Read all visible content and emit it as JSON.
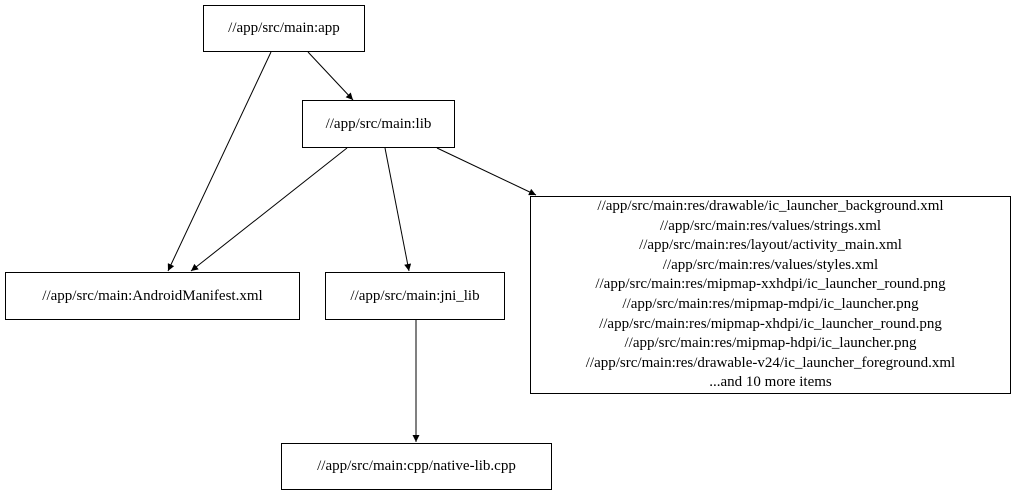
{
  "graph": {
    "nodes": {
      "app": {
        "label": "//app/src/main:app"
      },
      "lib": {
        "label": "//app/src/main:lib"
      },
      "manifest": {
        "label": "//app/src/main:AndroidManifest.xml"
      },
      "jni_lib": {
        "label": "//app/src/main:jni_lib"
      },
      "resources": {
        "lines": [
          "//app/src/main:res/drawable/ic_launcher_background.xml",
          "//app/src/main:res/values/strings.xml",
          "//app/src/main:res/layout/activity_main.xml",
          "//app/src/main:res/values/styles.xml",
          "//app/src/main:res/mipmap-xxhdpi/ic_launcher_round.png",
          "//app/src/main:res/mipmap-mdpi/ic_launcher.png",
          "//app/src/main:res/mipmap-xhdpi/ic_launcher_round.png",
          "//app/src/main:res/mipmap-hdpi/ic_launcher.png",
          "//app/src/main:res/drawable-v24/ic_launcher_foreground.xml",
          "...and 10 more items"
        ]
      },
      "native_lib": {
        "label": "//app/src/main:cpp/native-lib.cpp"
      }
    },
    "edges": [
      {
        "from": "//app/src/main:app",
        "to": "//app/src/main:lib"
      },
      {
        "from": "//app/src/main:app",
        "to": "//app/src/main:AndroidManifest.xml"
      },
      {
        "from": "//app/src/main:lib",
        "to": "//app/src/main:AndroidManifest.xml"
      },
      {
        "from": "//app/src/main:lib",
        "to": "//app/src/main:jni_lib"
      },
      {
        "from": "//app/src/main:lib",
        "to": "resources-group"
      },
      {
        "from": "//app/src/main:jni_lib",
        "to": "//app/src/main:cpp/native-lib.cpp"
      }
    ],
    "colors": {
      "background": "#ffffff",
      "node_fill": "#ffffff",
      "node_border": "#000000",
      "edge": "#000000",
      "text": "#000000"
    }
  }
}
